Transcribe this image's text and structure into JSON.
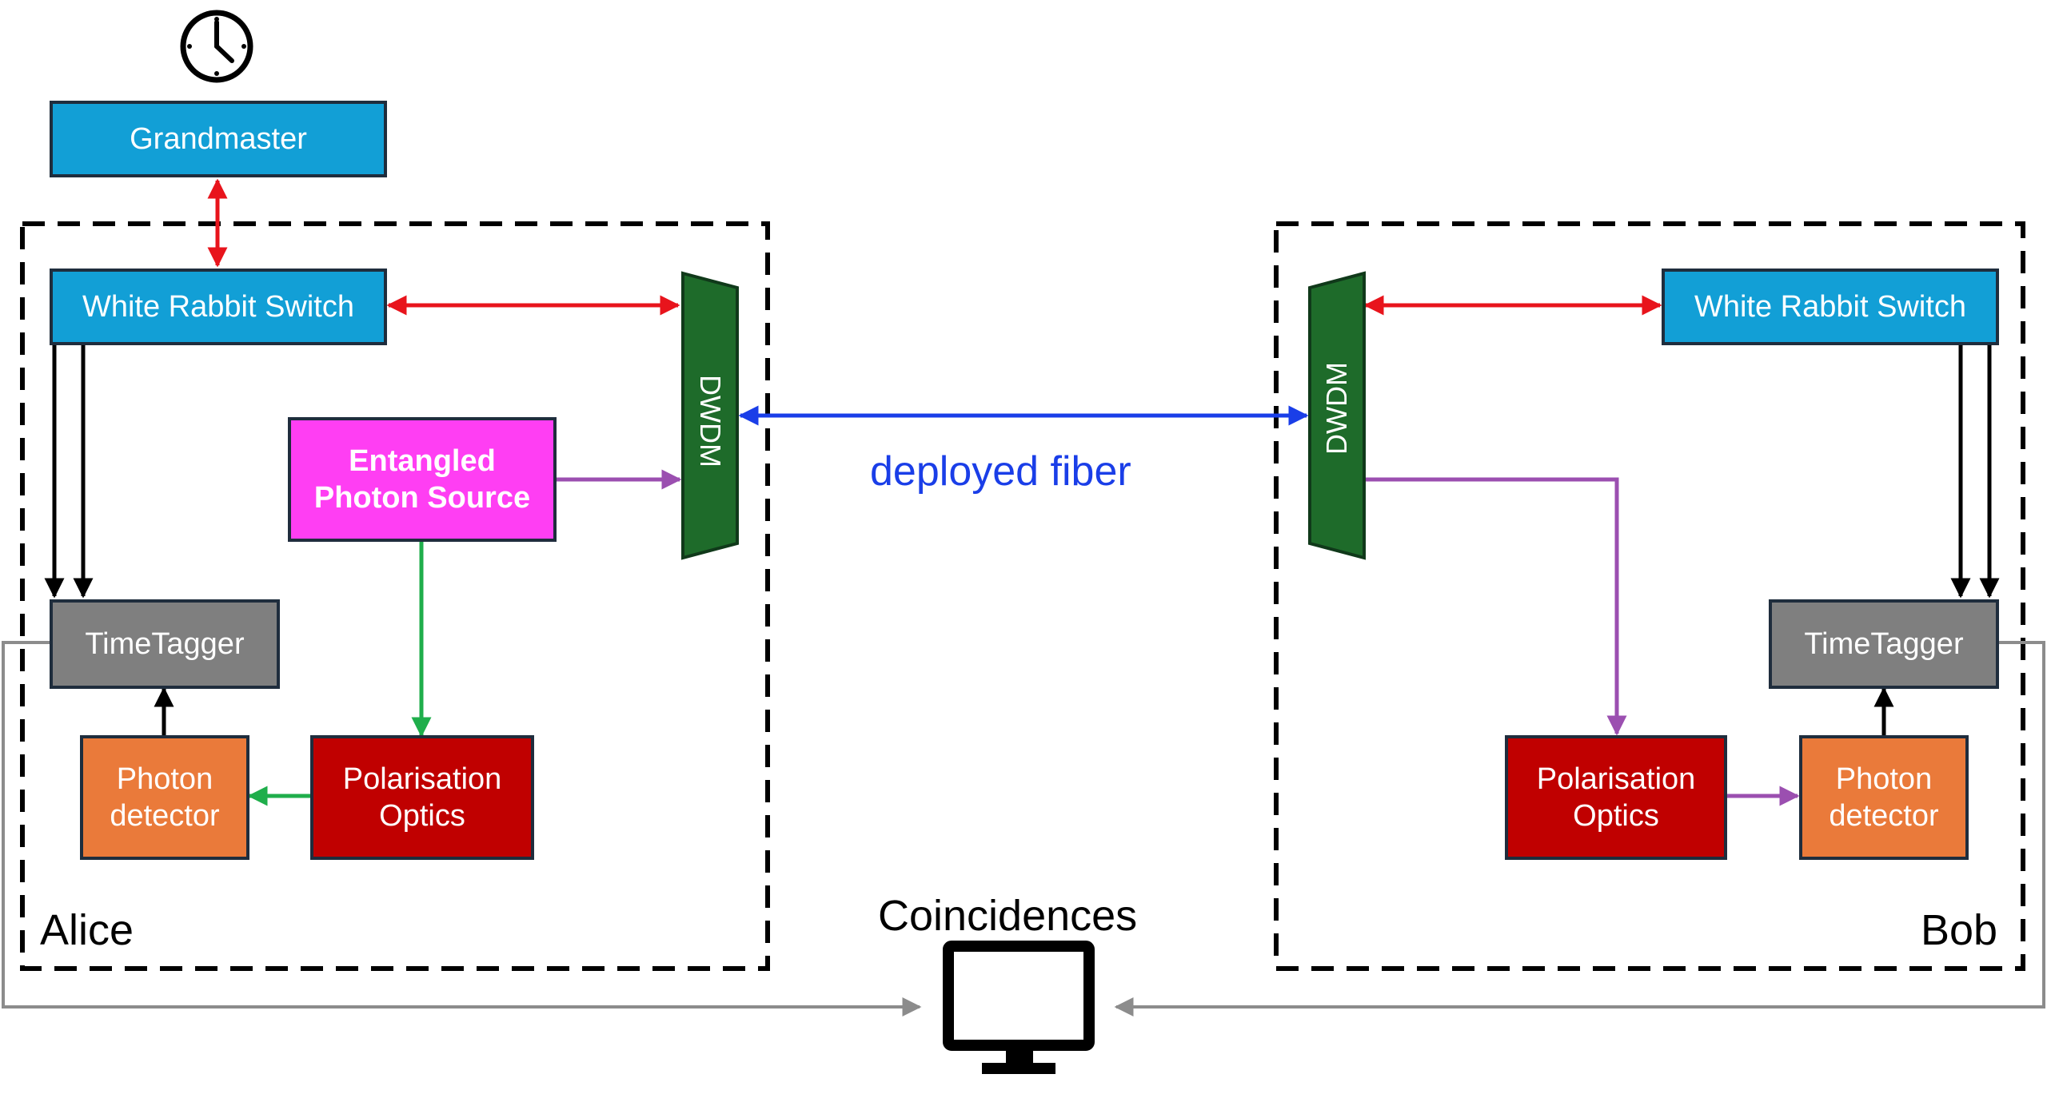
{
  "grandmaster": {
    "label": "Grandmaster",
    "icon": "clock-icon"
  },
  "alice": {
    "site_label": "Alice",
    "wr_switch": "White Rabbit Switch",
    "dwdm": "DWDM",
    "eps": {
      "line1": "Entangled",
      "line2": "Photon Source"
    },
    "timetagger": "TimeTagger",
    "detector": {
      "line1": "Photon",
      "line2": "detector"
    },
    "optics": {
      "line1": "Polarisation",
      "line2": "Optics"
    }
  },
  "bob": {
    "site_label": "Bob",
    "wr_switch": "White Rabbit Switch",
    "dwdm": "DWDM",
    "timetagger": "TimeTagger",
    "detector": {
      "line1": "Photon",
      "line2": "detector"
    },
    "optics": {
      "line1": "Polarisation",
      "line2": "Optics"
    }
  },
  "link": {
    "label": "deployed fiber"
  },
  "coincidences": {
    "label": "Coincidences",
    "icon": "monitor-icon"
  },
  "colors": {
    "wr_link": "#e8141c",
    "fiber": "#1a3ee8",
    "photon_path": "#9b4fb0",
    "eps_to_optics": "#1fae4b",
    "data_link": "#8c8c8c",
    "dwdm_fill": "#1e6b2a"
  }
}
